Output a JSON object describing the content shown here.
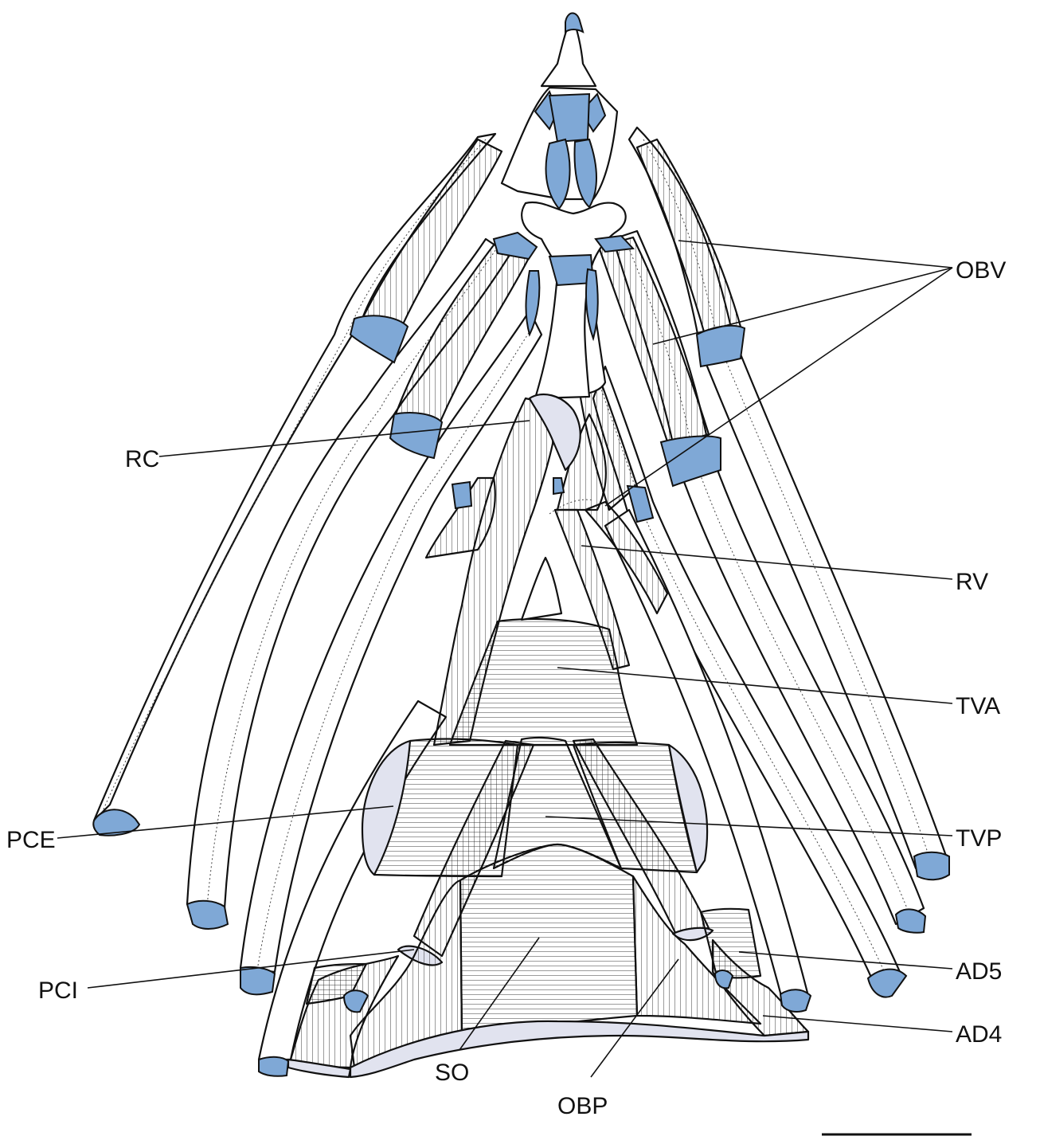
{
  "colors": {
    "cartilage": "#7fa8d6",
    "membrane": "#e1e3ef",
    "outline": "#111111",
    "background": "#ffffff"
  },
  "labels": {
    "obv": "OBV",
    "rc": "RC",
    "rv": "RV",
    "tva": "TVA",
    "pce": "PCE",
    "tvp": "TVP",
    "ad5": "AD5",
    "pci": "PCI",
    "ad4": "AD4",
    "so": "SO",
    "obp": "OBP"
  }
}
